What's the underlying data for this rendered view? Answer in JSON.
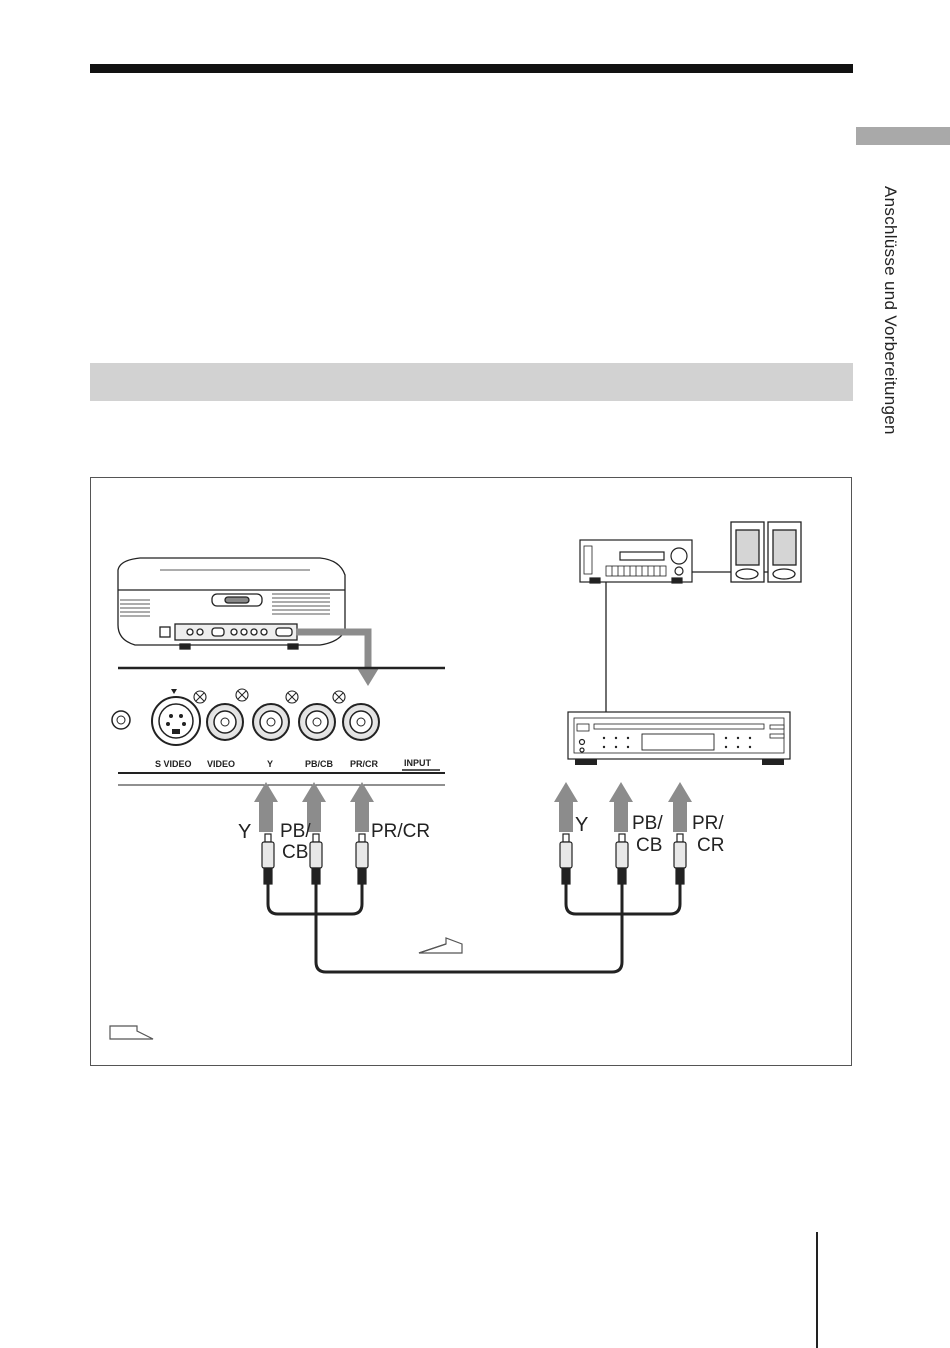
{
  "side_tab": {
    "label": "Anschlüsse und Vorbereitungen"
  },
  "projector_panel": {
    "jacks": {
      "s_video": "S VIDEO",
      "video": "VIDEO",
      "y": "Y",
      "pb_cb": "PB/CB",
      "pr_cr": "PR/CR"
    },
    "group_label": "INPUT"
  },
  "cable_labels": {
    "left": {
      "y": "Y",
      "pb_line1": "PB/",
      "pb_line2": "CB",
      "pr": "PR/CR"
    },
    "right": {
      "y": "Y",
      "pb_line1": "PB/",
      "pb_line2": "CB",
      "pr_line1": "PR/",
      "pr_line2": "CR"
    }
  },
  "colors": {
    "arrow": "#8c8c8c",
    "section_bar": "#d2d2d2",
    "tab": "#a9a9a9",
    "rule": "#111111"
  }
}
